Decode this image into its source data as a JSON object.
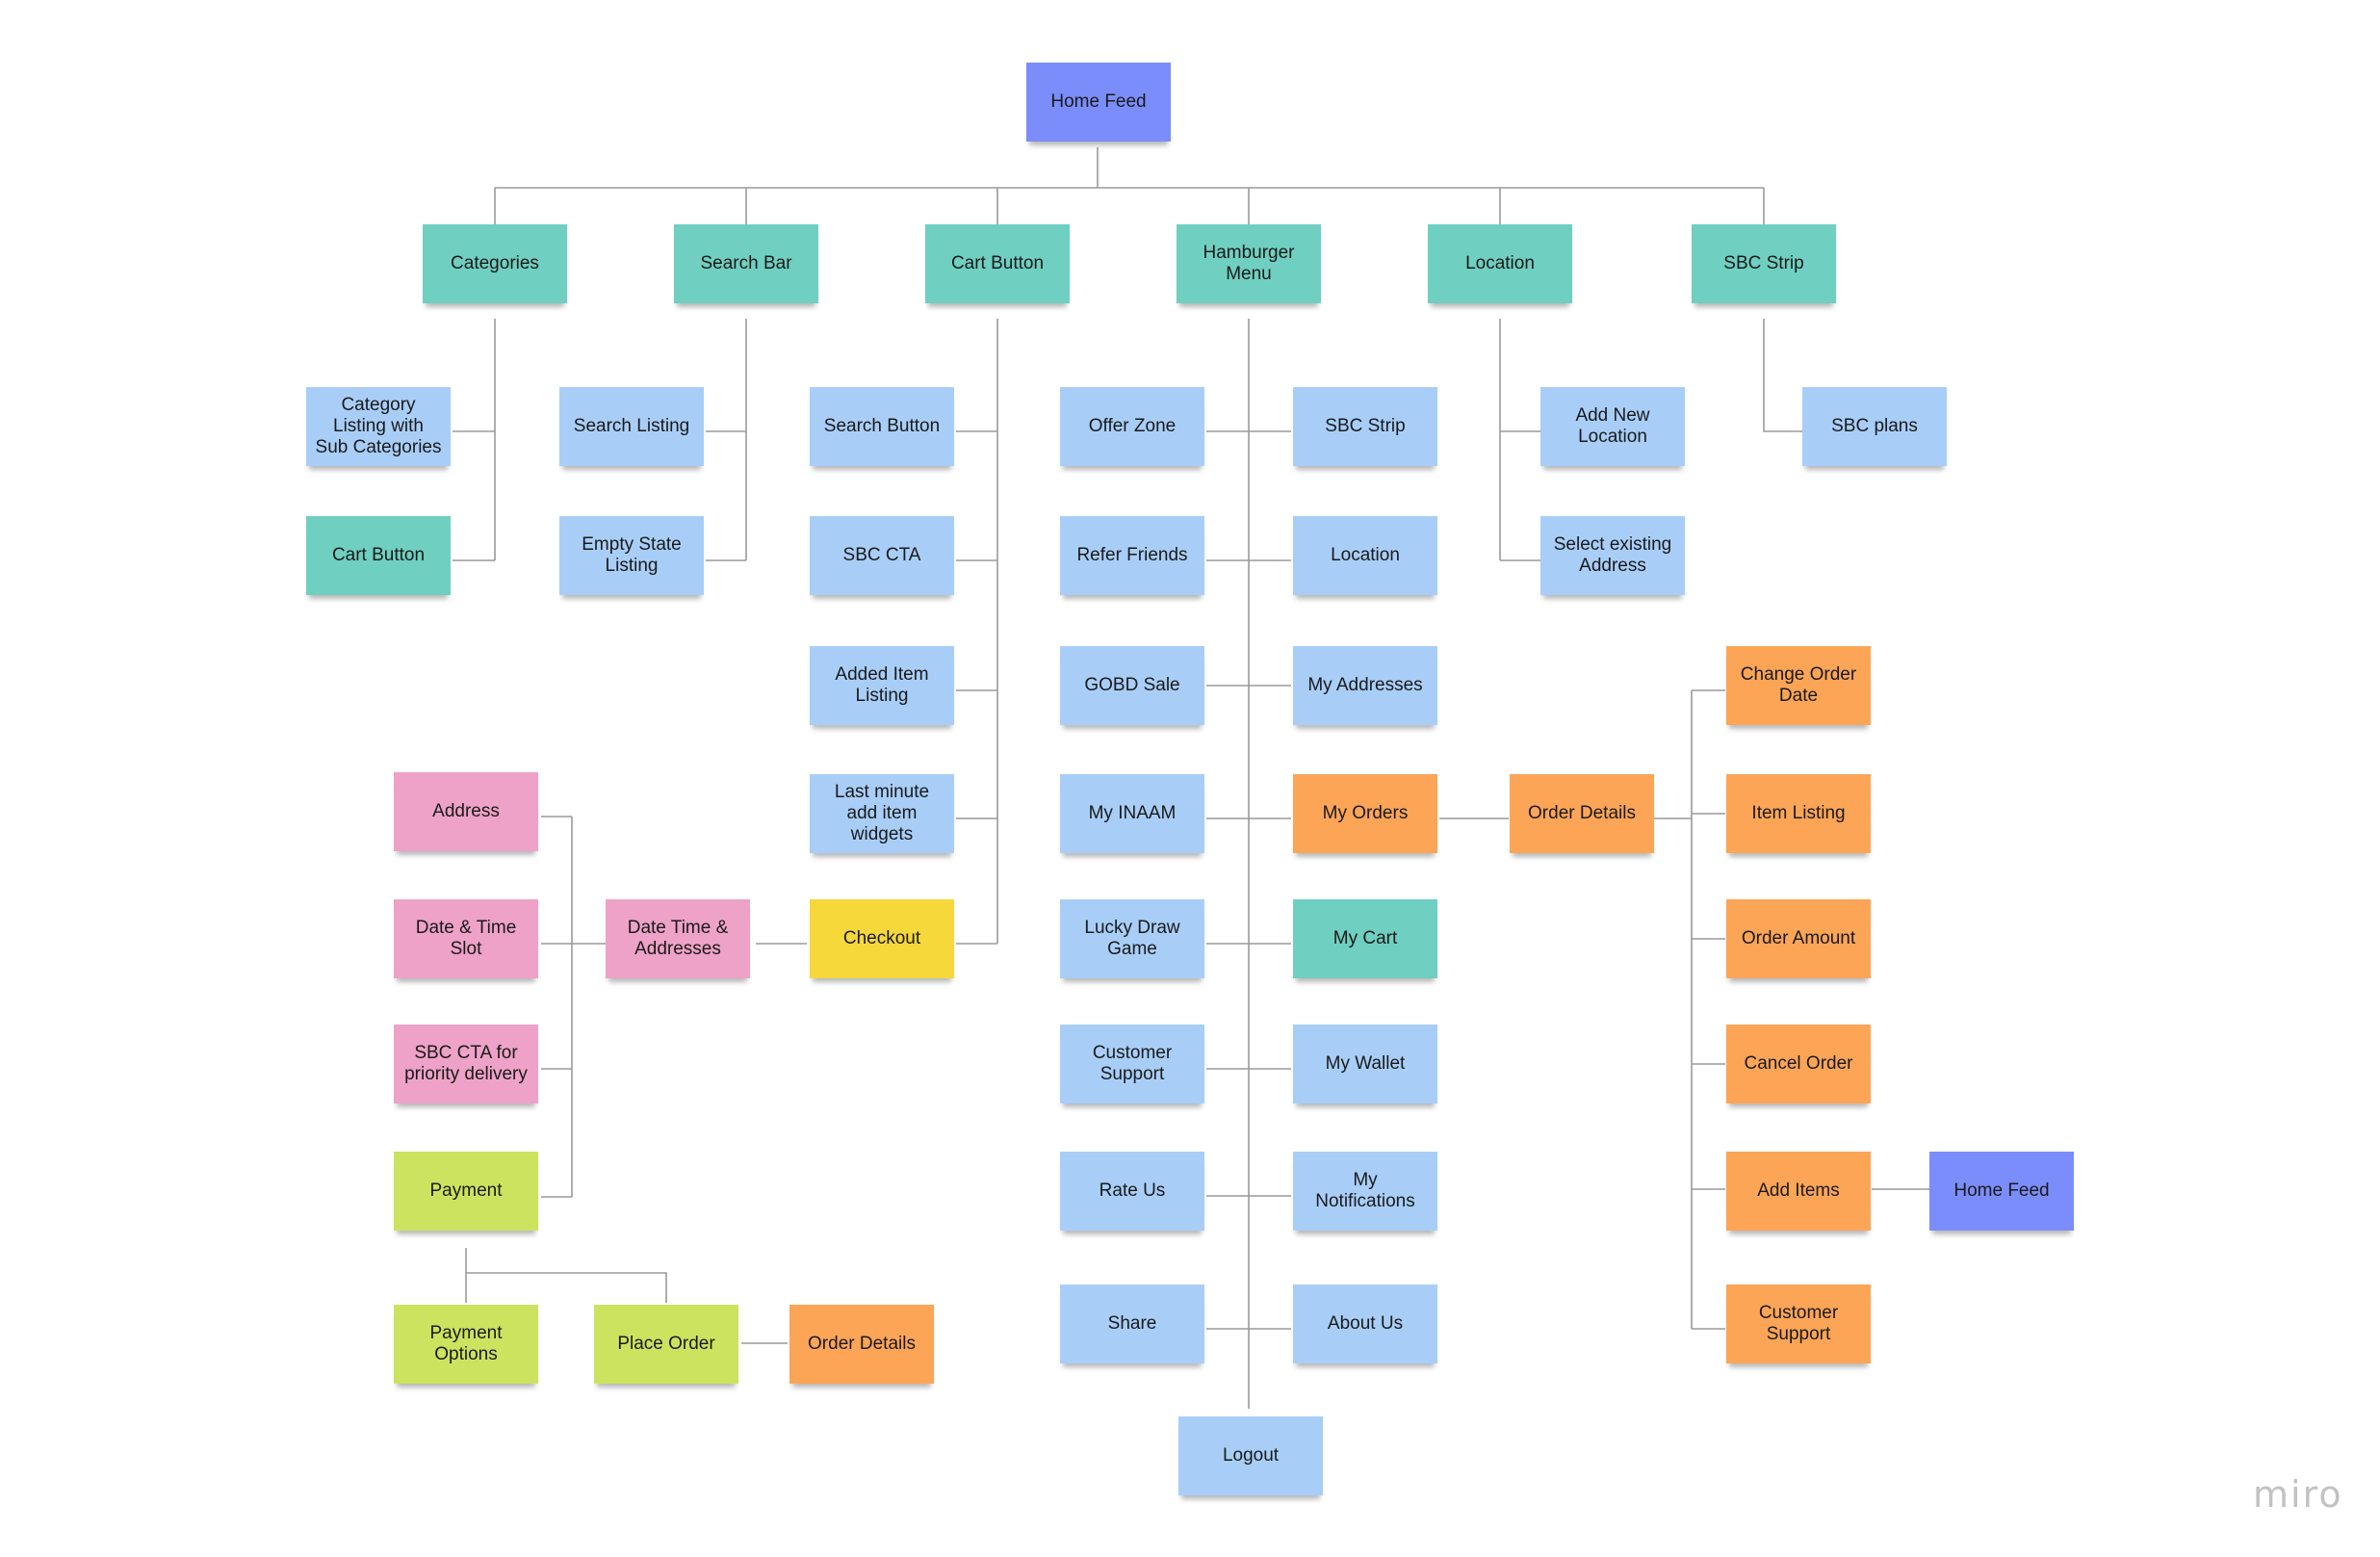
{
  "board": {
    "watermark": "miro",
    "colors": {
      "purple": "#7b8dfb",
      "teal": "#6fcfc1",
      "blue": "#a8cef8",
      "orange": "#fca557",
      "pink": "#eea2c7",
      "yellow": "#f6d83a",
      "lime": "#cce35f",
      "connector": "#9a9a9a"
    }
  },
  "notes": {
    "home_feed": "Home Feed",
    "categories": "Categories",
    "search_bar": "Search Bar",
    "cart_button": "Cart Button",
    "hamburger_menu": "Hamburger\nMenu",
    "location": "Location",
    "sbc_strip": "SBC Strip",
    "category_listing": "Category\nListing with\nSub Categories",
    "categories_cart_button": "Cart Button",
    "search_listing": "Search Listing",
    "empty_state_listing": "Empty State\nListing",
    "search_button": "Search Button",
    "sbc_cta": "SBC CTA",
    "added_item_listing": "Added Item\nListing",
    "last_minute_widgets": "Last minute\nadd item\nwidgets",
    "checkout": "Checkout",
    "offer_zone": "Offer Zone",
    "refer_friends": "Refer Friends",
    "gobd_sale": "GOBD Sale",
    "my_inaam": "My INAAM",
    "lucky_draw_game": "Lucky Draw\nGame",
    "customer_support": "Customer\nSupport",
    "rate_us": "Rate Us",
    "share": "Share",
    "logout": "Logout",
    "menu_sbc_strip": "SBC Strip",
    "menu_location": "Location",
    "my_addresses": "My Addresses",
    "my_orders": "My Orders",
    "my_cart": "My Cart",
    "my_wallet": "My Wallet",
    "my_notifications": "My\nNotifications",
    "about_us": "About Us",
    "add_new_location": "Add New\nLocation",
    "select_existing_address": "Select existing\nAddress",
    "sbc_plans": "SBC plans",
    "order_details": "Order Details",
    "change_order_date": "Change Order\nDate",
    "item_listing": "Item Listing",
    "order_amount": "Order Amount",
    "cancel_order": "Cancel Order",
    "add_items": "Add Items",
    "order_customer_support": "Customer\nSupport",
    "add_items_home_feed": "Home Feed",
    "address": "Address",
    "date_time_slot": "Date & Time\nSlot",
    "sbc_cta_priority": "SBC CTA for\npriority delivery",
    "payment": "Payment",
    "date_time_addresses": "Date Time &\nAddresses",
    "payment_options": "Payment\nOptions",
    "place_order": "Place Order",
    "checkout_order_details": "Order Details"
  }
}
